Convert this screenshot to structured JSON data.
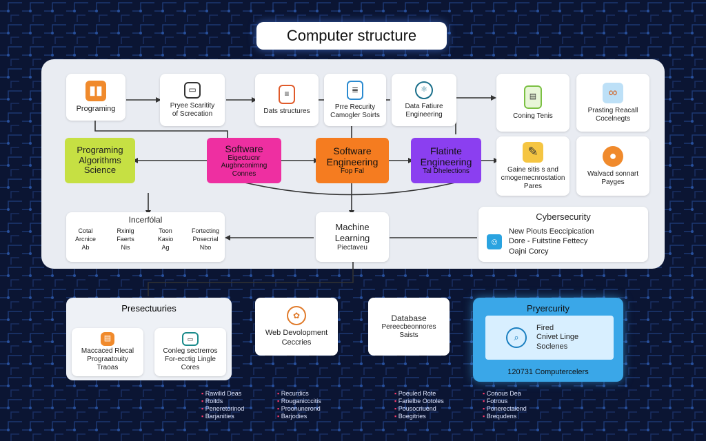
{
  "title": "Computer structure",
  "top_cards": [
    {
      "id": "programming",
      "label": "Programing",
      "icon": "bar-chart-icon"
    },
    {
      "id": "privacy",
      "label": "Pryee Scaritity\nof Screcation",
      "icon": "folder-icon"
    },
    {
      "id": "data-structures",
      "label": "Dats structures",
      "icon": "document-icon"
    },
    {
      "id": "security-scripts",
      "label": "Prre Recurity\nCamogler Soirts",
      "icon": "script-icon"
    },
    {
      "id": "data-engineering",
      "label": "Data Fatiure\nEngineering",
      "icon": "molecule-icon"
    },
    {
      "id": "coding-tests",
      "label": "Coning Tenis",
      "icon": "test-chart-icon"
    },
    {
      "id": "recall",
      "label": "Prasting Reacall\nCocelnegts",
      "icon": "chain-icon"
    }
  ],
  "mid_blocks": [
    {
      "id": "algorithms",
      "heading": "Programing\nAlgorithms\nScience",
      "sub": "",
      "color": "#c6e043",
      "text": "#222"
    },
    {
      "id": "software",
      "heading": "Software",
      "sub": "Eigectucnr\nAugbnconimng\nConnes",
      "color": "#ee2fa1",
      "text": "#111"
    },
    {
      "id": "software-engineering",
      "heading": "Software\nEngineering",
      "sub": "Fop Fal",
      "color": "#f57c20",
      "text": "#111"
    },
    {
      "id": "flatite",
      "heading": "Flatinte\nEngineering",
      "sub": "Tal Dhelections",
      "color": "#8b3ff0",
      "text": "#111"
    }
  ],
  "right_cards": [
    {
      "id": "storage",
      "label": "Gaine sitis s and\ncmogemecnrostation\nPares",
      "icon": "chat-icon"
    },
    {
      "id": "waived",
      "label": "Walvacd sonnart\nPayges",
      "icon": "user-icon"
    }
  ],
  "info_panel": {
    "title": "Incerfólal",
    "rows": [
      [
        "Cotal",
        "Rxinlg",
        "Toon",
        "Fortecting"
      ],
      [
        "Arcnice",
        "Faerts",
        "Kasio",
        "Posecrial"
      ],
      [
        "Ab",
        "Nis",
        "Ag",
        "Nbo"
      ]
    ]
  },
  "ml_card": {
    "heading": "Machine\nLearning",
    "sub": "Piectaveu"
  },
  "cyber": {
    "title": "Cybersecurity",
    "lines": [
      "New Piouts Eeccipication",
      "Dore - Fuitstine Fettecy",
      "Oajni Corcy"
    ],
    "icon": "person-icon"
  },
  "bottom": {
    "prerequisites": {
      "title": "Presectuuries",
      "left": "Maccaced Rlecal\nPrograatouity\nTraoas",
      "right": "Conleg sectrerros\nFor-ecctig Lingle\nCores"
    },
    "web": {
      "label": "Web Devolopment\nCeccries",
      "icon": "web-icon"
    },
    "database": {
      "title": "Database",
      "sub": "Pereecbeonnores\nSaists"
    },
    "security": {
      "title": "Pryercurity",
      "inner": "Fired\nCnivet Linge\nSoclenes",
      "footer": "120731 Computercelers",
      "icon": "search-icon"
    }
  },
  "footer_lists": [
    [
      "Rawilid Deas",
      "Roitds",
      "Peneretorinod",
      "Barjanities"
    ],
    [
      "Recurdics",
      "Rouganicccitis",
      "Proonunerond",
      "Barjodies"
    ],
    [
      "Poeuled Rote",
      "Farielbe Ootoles",
      "Pousocriuend",
      "Boegitries"
    ],
    [
      "Conous Dea",
      "Fotrous",
      "Ponerectaiend",
      "Brequdens"
    ]
  ],
  "colors": {
    "background": "#0b1533",
    "panel": "#e9ecf2",
    "accent": "#3aa7e8"
  }
}
